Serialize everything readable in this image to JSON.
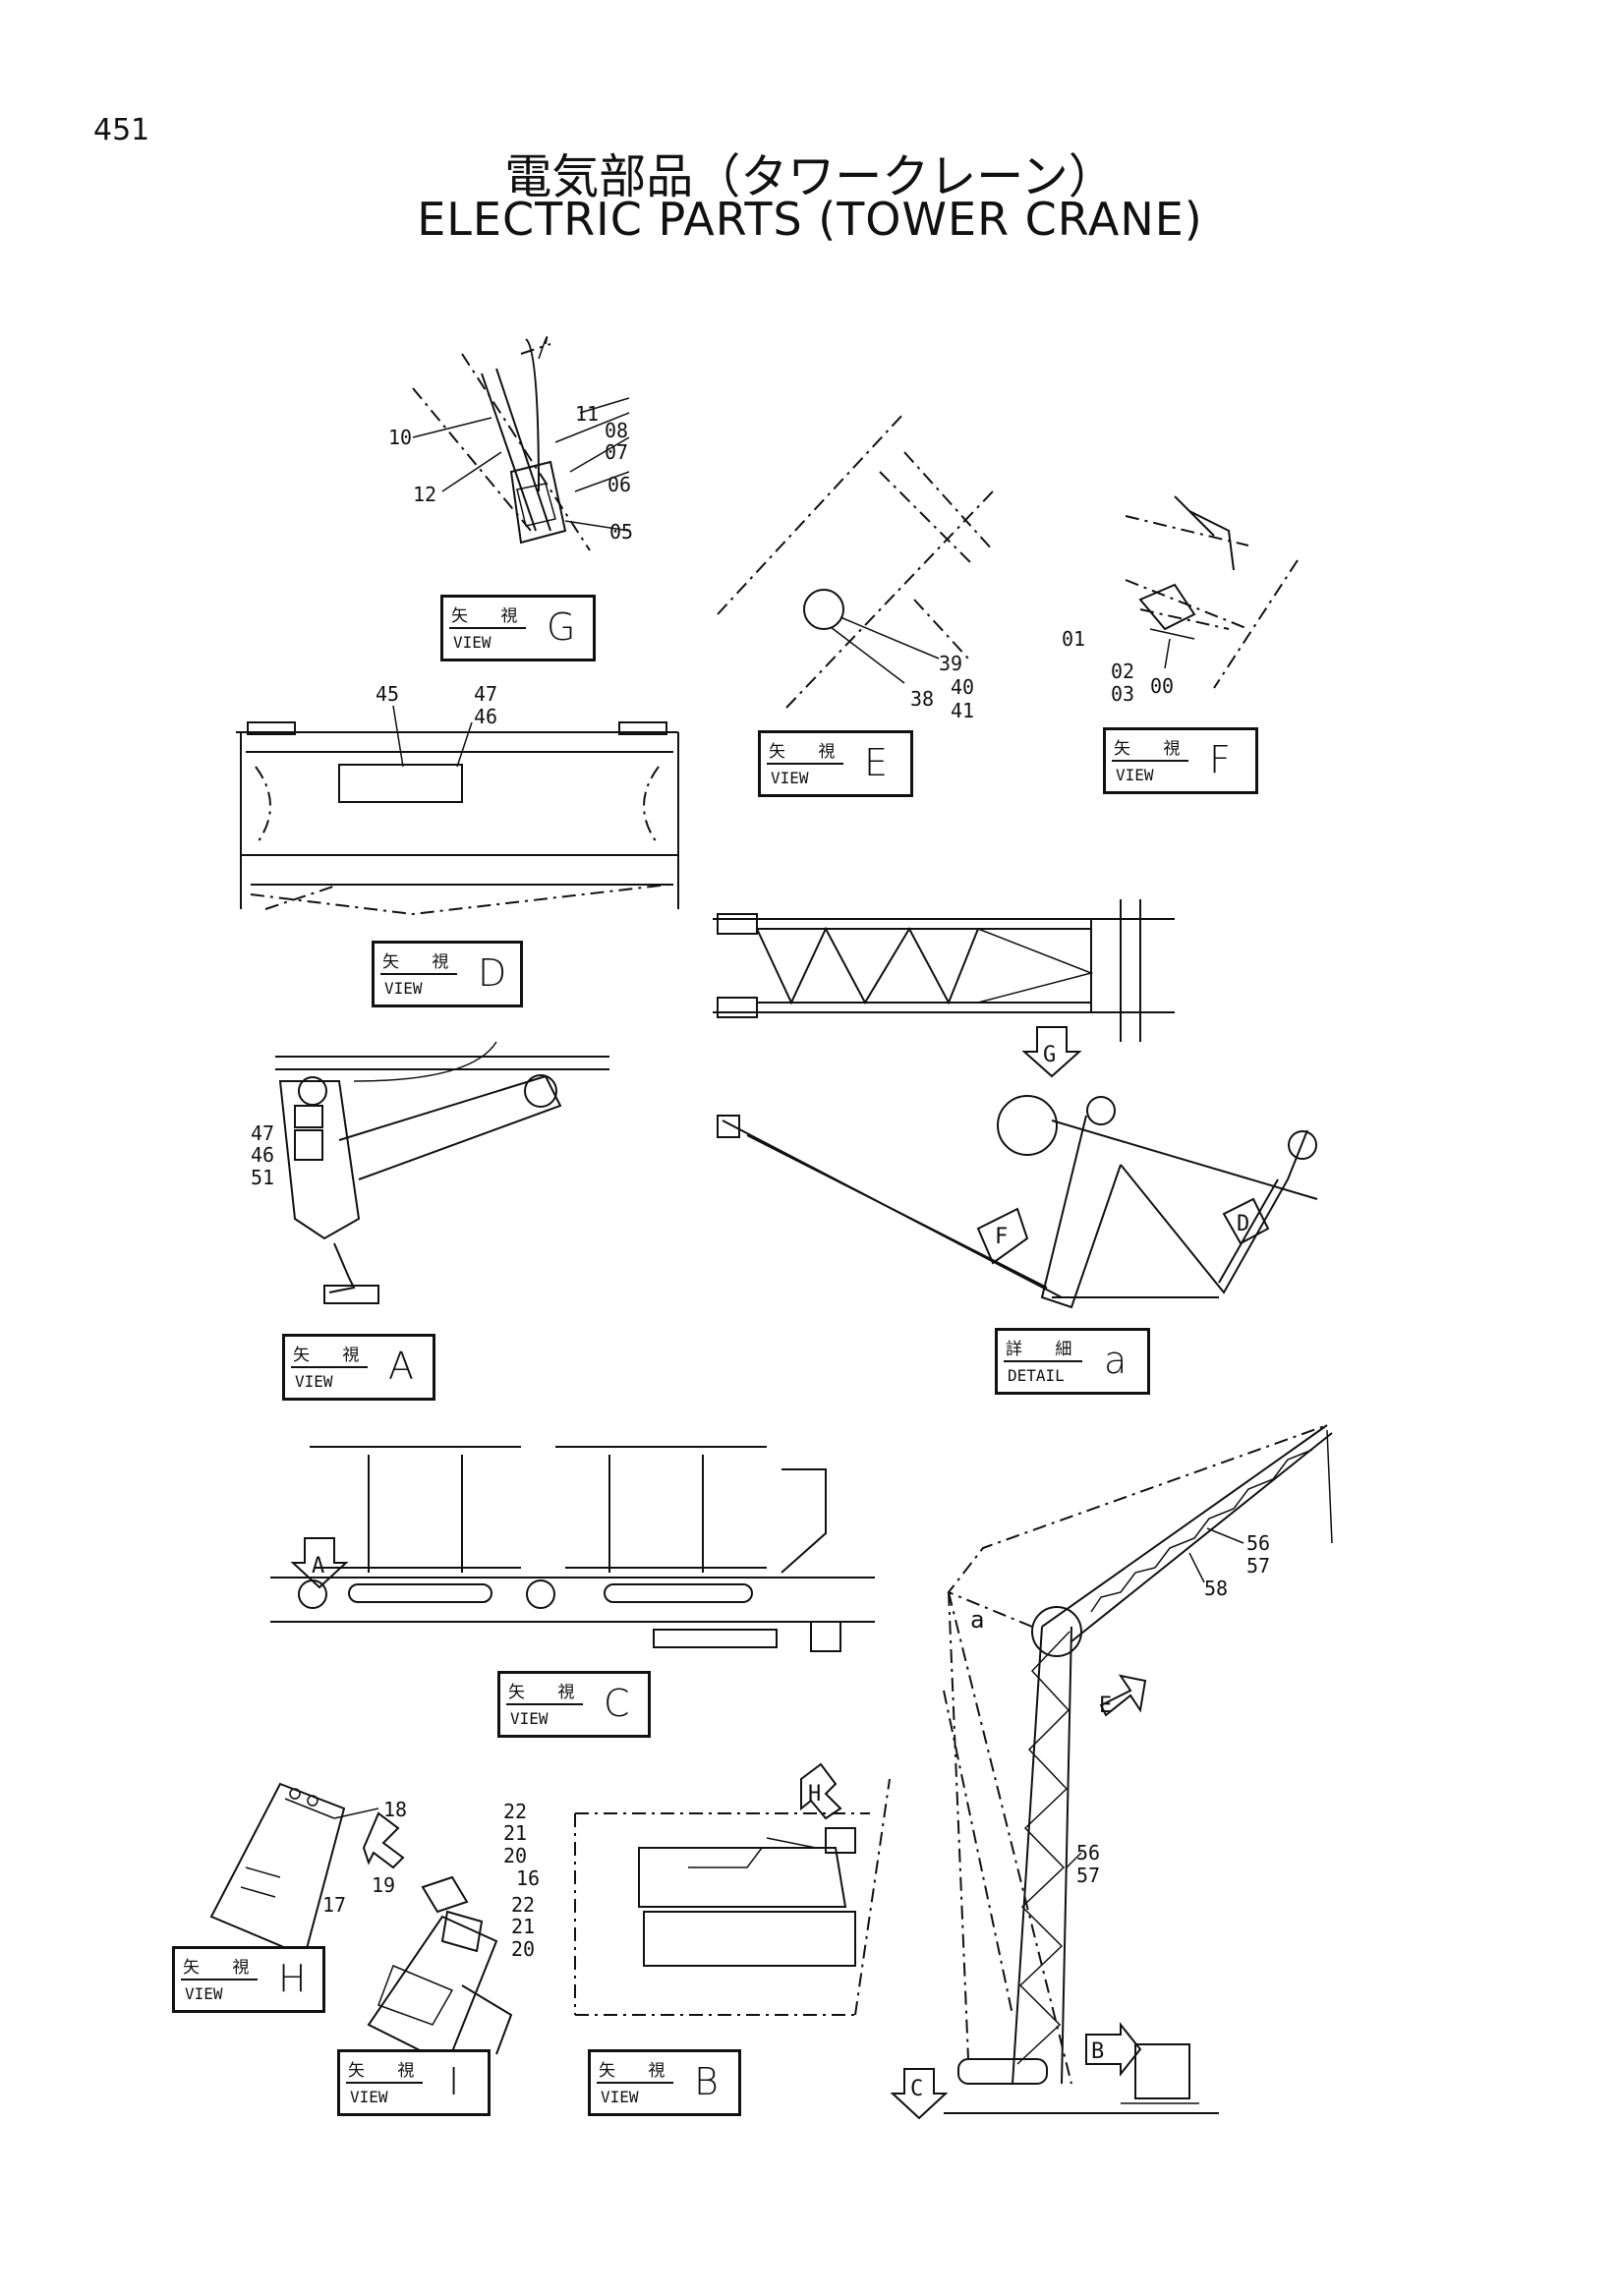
{
  "page_number": "451",
  "title_jp": "電気部品（タワークレーン）",
  "title_en": "ELECTRIC PARTS (TOWER CRANE)",
  "view_boxes": [
    {
      "id": "G",
      "jp": "矢 視",
      "en": "VIEW",
      "letter": "G"
    },
    {
      "id": "E",
      "jp": "矢 視",
      "en": "VIEW",
      "letter": "E"
    },
    {
      "id": "F",
      "jp": "矢 視",
      "en": "VIEW",
      "letter": "F"
    },
    {
      "id": "D",
      "jp": "矢 視",
      "en": "VIEW",
      "letter": "D"
    },
    {
      "id": "A",
      "jp": "矢 視",
      "en": "VIEW",
      "letter": "A"
    },
    {
      "id": "a",
      "jp": "詳 細",
      "en": "DETAIL",
      "letter": "a"
    },
    {
      "id": "C",
      "jp": "矢 視",
      "en": "VIEW",
      "letter": "C"
    },
    {
      "id": "H",
      "jp": "矢 視",
      "en": "VIEW",
      "letter": "H"
    },
    {
      "id": "I",
      "jp": "矢 視",
      "en": "VIEW",
      "letter": "I"
    },
    {
      "id": "B",
      "jp": "矢 視",
      "en": "VIEW",
      "letter": "B"
    }
  ],
  "callouts": {
    "g": [
      "11",
      "08",
      "10",
      "07",
      "12",
      "06",
      "05"
    ],
    "e": [
      "39",
      "38",
      "40",
      "41"
    ],
    "f": [
      "01",
      "02",
      "03",
      "00"
    ],
    "d": [
      "45",
      "47",
      "46"
    ],
    "a": [
      "47",
      "46",
      "51"
    ],
    "h": [
      "18",
      "17"
    ],
    "i": [
      "22",
      "21",
      "20",
      "19",
      "16",
      "22",
      "21",
      "20"
    ],
    "crane": [
      "56",
      "57",
      "58",
      "56",
      "57"
    ]
  },
  "arrow_letters": {
    "g": "G",
    "d": "D",
    "f": "F",
    "a_top": "A",
    "h": "H",
    "a_detail": "a",
    "e": "E",
    "b": "B",
    "c": "C"
  }
}
